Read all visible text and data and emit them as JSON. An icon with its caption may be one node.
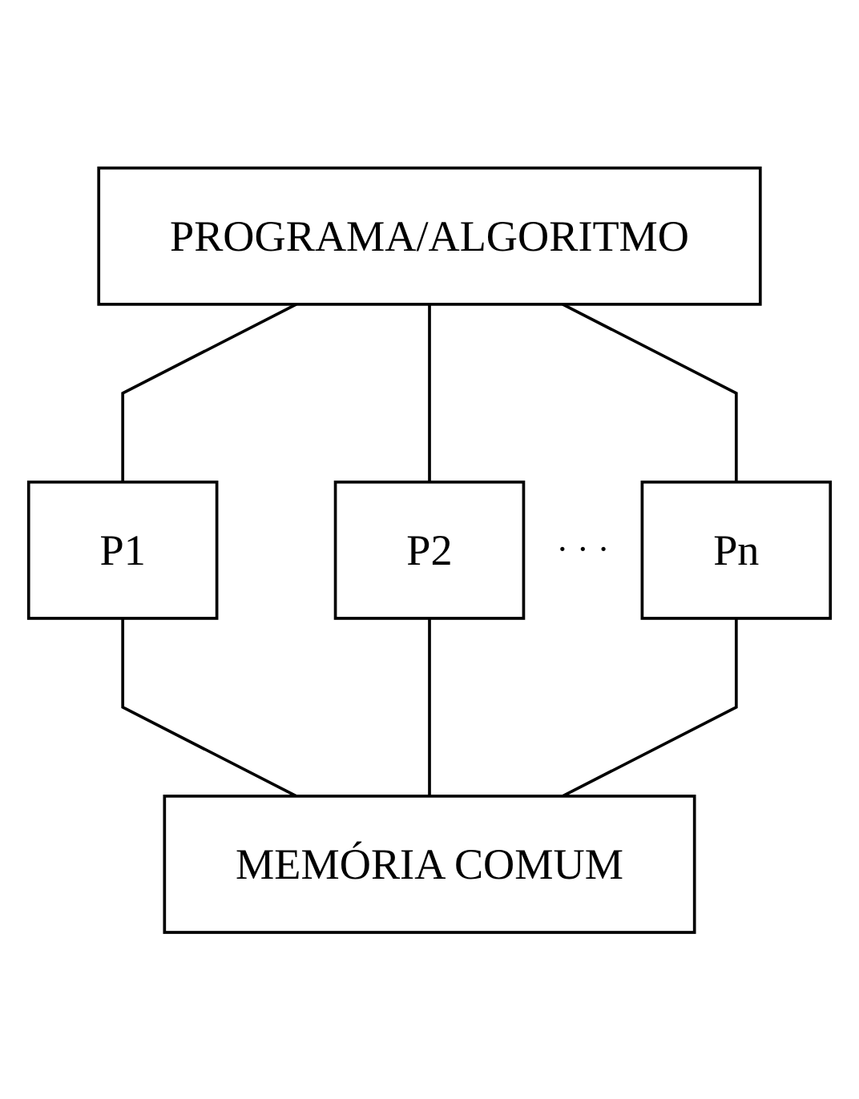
{
  "diagram": {
    "nodes": [
      {
        "text": [
          "PROGRAMA/ALGORITMO"
        ]
      },
      {
        "text": [
          "P1"
        ]
      },
      {
        "text": [
          "P2"
        ]
      },
      {
        "text": [
          "Pn"
        ]
      },
      {
        "text": [
          "MEMÓRIA COMUM"
        ]
      }
    ],
    "edges": [
      {
        "from": 0,
        "to": 1,
        "arrow": "none"
      },
      {
        "from": 0,
        "to": 2,
        "arrow": "none"
      },
      {
        "from": 0,
        "to": 3,
        "arrow": "none"
      },
      {
        "from": 1,
        "to": 4,
        "arrow": "none"
      },
      {
        "from": 2,
        "to": 4,
        "arrow": "none"
      },
      {
        "from": 3,
        "to": 4,
        "arrow": "none"
      }
    ],
    "labels": [
      "· · ·"
    ]
  }
}
